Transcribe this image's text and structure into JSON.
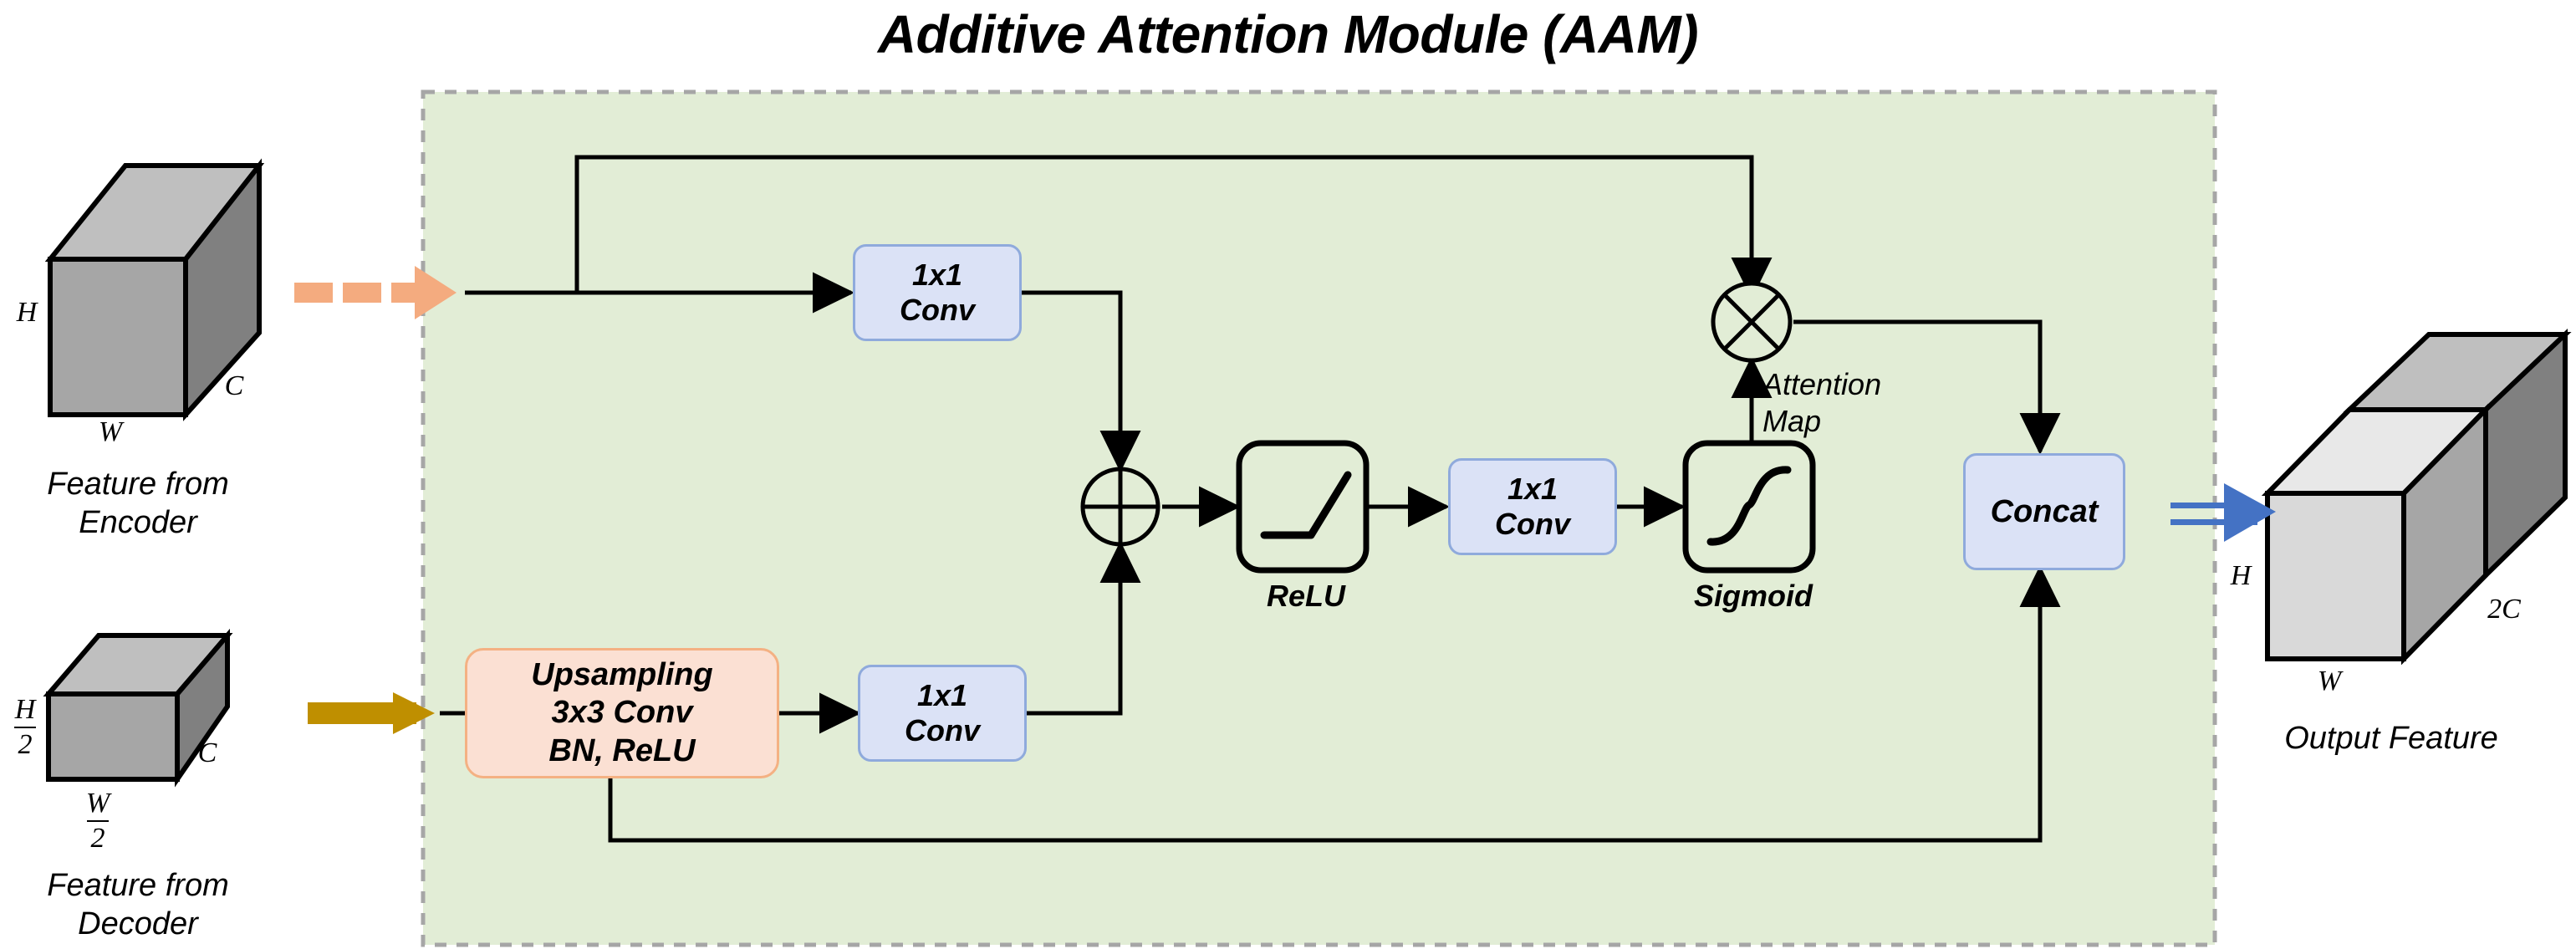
{
  "title": "Additive Attention Module (AAM)",
  "colors": {
    "module_bg": "#e2edd6",
    "module_border": "#a6a6a6",
    "conv_fill": "#dbe2f6",
    "conv_border": "#8faadc",
    "upsample_fill": "#fbe0d3",
    "upsample_border": "#f4b183",
    "encoder_arrow": "#f4b183",
    "decoder_arrow": "#bf8f00",
    "output_arrow": "#4472c4",
    "wire": "#000000",
    "cube_front": "#a6a6a6",
    "cube_top": "#bfbfbf",
    "cube_side": "#808080",
    "out_cube_front": "#d9d9d9",
    "out_cube_top": "#e8e8e8",
    "out_cube_side": "#a6a6a6",
    "out_cube_back_top": "#bfbfbf",
    "out_cube_back_side": "#808080"
  },
  "inputs": {
    "encoder": {
      "caption_line1": "Feature from",
      "caption_line2": "Encoder",
      "dim_h": "H",
      "dim_w": "W",
      "dim_c": "C",
      "arrow_style": "dashed"
    },
    "decoder": {
      "caption_line1": "Feature from",
      "caption_line2": "Decoder",
      "dim_h_num": "H",
      "dim_h_den": "2",
      "dim_w_num": "W",
      "dim_w_den": "2",
      "dim_c": "C",
      "arrow_style": "solid"
    }
  },
  "output": {
    "caption": "Output Feature",
    "dim_h": "H",
    "dim_w": "W",
    "dim_c": "2C",
    "arrow_style": "double-line"
  },
  "blocks": {
    "conv_top": {
      "line1": "1x1",
      "line2": "Conv"
    },
    "conv_bottom": {
      "line1": "1x1",
      "line2": "Conv"
    },
    "conv_mid": {
      "line1": "1x1",
      "line2": "Conv"
    },
    "upsample": {
      "line1": "Upsampling",
      "line2": "3x3 Conv",
      "line3": "BN, ReLU"
    },
    "concat": {
      "label": "Concat"
    }
  },
  "operators": {
    "add": {
      "symbol": "plus-circle",
      "name": "element-wise-add"
    },
    "multiply": {
      "symbol": "times-circle",
      "name": "element-wise-multiply"
    }
  },
  "activations": {
    "relu": {
      "label": "ReLU",
      "glyph": "relu-curve"
    },
    "sigmoid": {
      "label": "Sigmoid",
      "glyph": "sigmoid-curve"
    }
  },
  "annotations": {
    "attention_map_line1": "Attention",
    "attention_map_line2": "Map"
  }
}
